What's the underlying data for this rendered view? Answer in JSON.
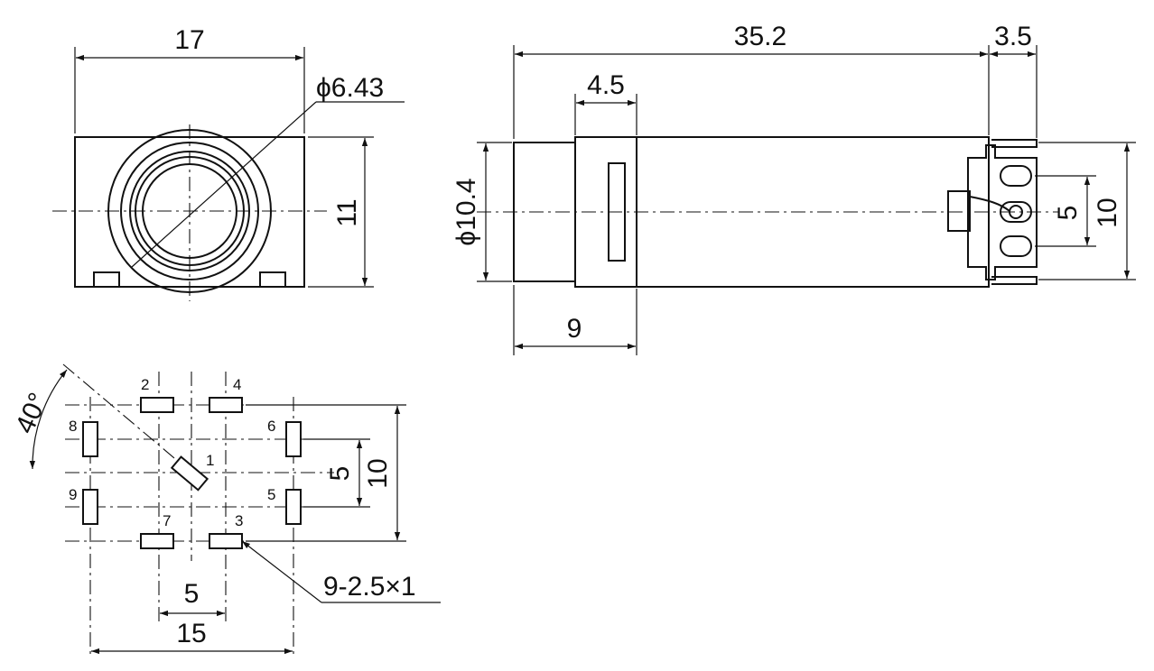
{
  "drawing": {
    "front_view": {
      "width_dim": "17",
      "height_dim": "11",
      "bore_dim": "ϕ6.43"
    },
    "side_view": {
      "length_dim": "35.2",
      "pin_overhang_dim": "3.5",
      "collar_dim": "4.5",
      "diameter_dim": "ϕ10.4",
      "front_section_dim": "9",
      "pin_pitch_dim": "5",
      "pin_span_dim": "10"
    },
    "pcb_layout": {
      "angle_dim": "40°",
      "row_pitch_dim": "5",
      "row_span_dim": "10",
      "col_pitch_dim": "5",
      "col_span_dim": "15",
      "pad_spec": "9-2.5×1",
      "pin_labels": {
        "p1": "1",
        "p2": "2",
        "p3": "3",
        "p4": "4",
        "p5": "5",
        "p6": "6",
        "p7": "7",
        "p8": "8",
        "p9": "9"
      }
    }
  }
}
